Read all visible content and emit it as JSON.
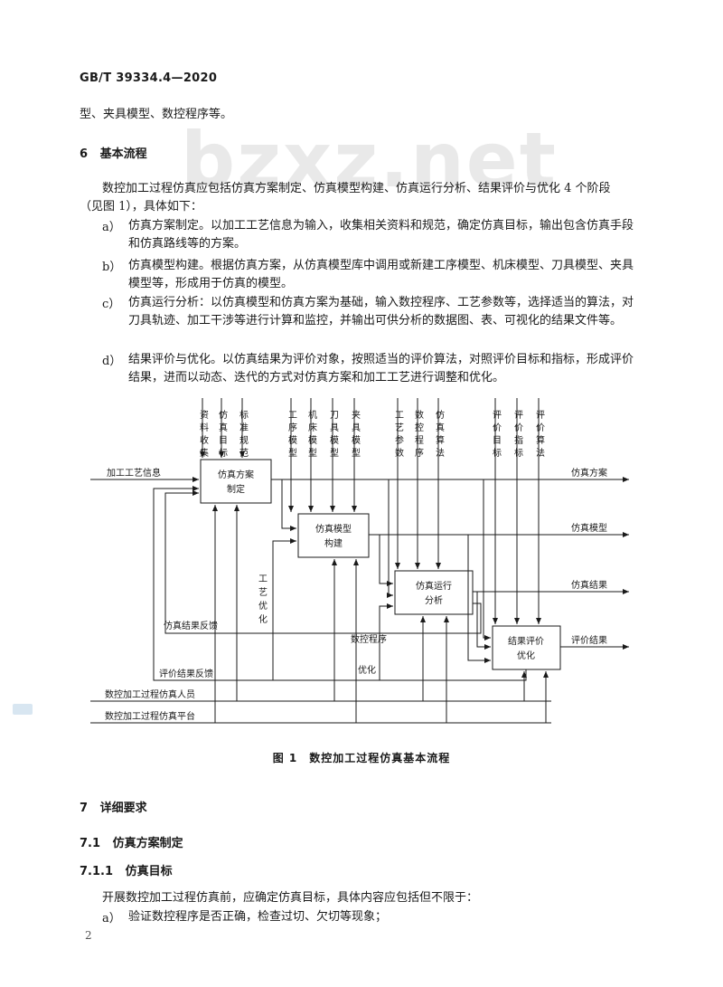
{
  "header": {
    "code": "GB/T 39334.4—2020"
  },
  "watermark": "bzxz.net",
  "continuation": "型、夹具模型、数控程序等。",
  "section6": {
    "num": "6",
    "title": "基本流程",
    "intro1": "数控加工过程仿真应包括仿真方案制定、仿真模型构建、仿真运行分析、结果评价与优化 4 个阶段",
    "intro2": "（见图 1），具体如下：",
    "items": [
      {
        "label": "a）",
        "text": "仿真方案制定。以加工工艺信息为输入，收集相关资料和规范，确定仿真目标，输出包含仿真手段和仿真路线等的方案。"
      },
      {
        "label": "b）",
        "text": "仿真模型构建。根据仿真方案，从仿真模型库中调用或新建工序模型、机床模型、刀具模型、夹具模型等，形成用于仿真的模型。"
      },
      {
        "label": "c）",
        "text": "仿真运行分析：以仿真模型和仿真方案为基础，输入数控程序、工艺参数等，选择适当的算法，对刀具轨迹、加工干涉等进行计算和监控，并输出可供分析的数据图、表、可视化的结果文件等。"
      },
      {
        "label": "d）",
        "text": "结果评价与优化。以仿真结果为评价对象，按照适当的评价算法，对照评价目标和指标，形成评价结果，进而以动态、迭代的方式对仿真方案和加工工艺进行调整和优化。"
      }
    ]
  },
  "diagram": {
    "boxes": {
      "plan": [
        "仿真方案",
        "制定"
      ],
      "model": [
        "仿真模型",
        "构建"
      ],
      "run": [
        "仿真运行",
        "分析"
      ],
      "eval": [
        "结果评价",
        "优化"
      ]
    },
    "top_inputs": {
      "collect": "资料收集",
      "target": "仿真目标",
      "standard": "标准规范",
      "process_model": "工序模型",
      "machine_model": "机床模型",
      "tool_model": "刀具模型",
      "fixture_model": "夹具模型",
      "params": "工艺参数",
      "program": "数控程序",
      "algorithm": "仿真算法",
      "eval_target": "评价目标",
      "eval_index": "评价指标",
      "eval_algorithm": "评价算法"
    },
    "left_input": "加工工艺信息",
    "outputs": [
      "仿真方案",
      "仿真模型",
      "仿真结果",
      "评价结果"
    ],
    "feedback": {
      "sim_result": "仿真结果反馈",
      "eval_result": "评价结果反馈",
      "process_opt": "工艺优化",
      "program_opt": [
        "数控程序",
        "优化"
      ]
    },
    "mechanisms": [
      "数控加工过程仿真人员",
      "数控加工过程仿真平台"
    ]
  },
  "figure_caption": "图 1　数控加工过程仿真基本流程",
  "section7": {
    "num": "7",
    "title": "详细要求"
  },
  "section7_1": {
    "num": "7.1",
    "title": "仿真方案制定"
  },
  "section7_1_1": {
    "num": "7.1.1",
    "title": "仿真目标"
  },
  "para711": "开展数控加工过程仿真前，应确定仿真目标，具体内容应包括但不限于：",
  "item711a": {
    "label": "a）",
    "text": "验证数控程序是否正确，检查过切、欠切等现象；"
  },
  "page_number": "2"
}
